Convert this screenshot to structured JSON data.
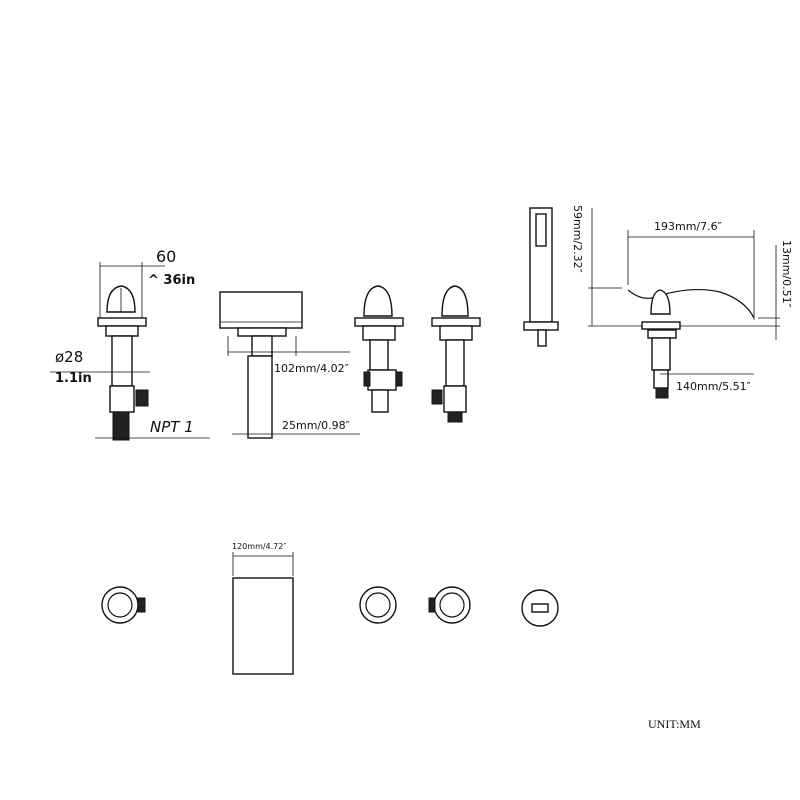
{
  "diagram": {
    "valve_width": "60",
    "valve_width_in": "^ 36in",
    "valve_diameter": "ø28",
    "valve_diameter_in": "1.1in",
    "thread": "NPT 1",
    "spout_width": "102mm/4.02″",
    "spout_pipe": "25mm/0.98″",
    "handshower_height": "59mm/2.32″",
    "hose_length": "193mm/7.6″",
    "hose_offset": "13mm/0.51″",
    "holder_reach": "140mm/5.51″",
    "spout_top_width": "120mm/4.72″",
    "unit": "UNIT:MM"
  }
}
